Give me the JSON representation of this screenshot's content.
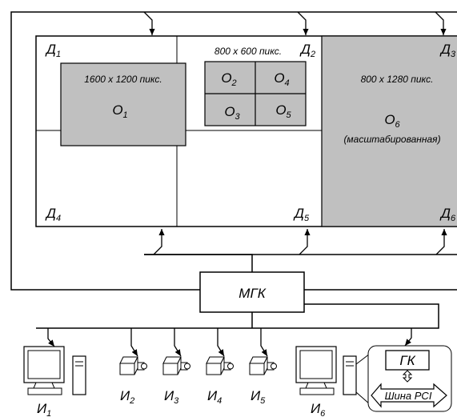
{
  "displays": {
    "d1": {
      "letter": "Д",
      "index": "1"
    },
    "d2": {
      "letter": "Д",
      "index": "2"
    },
    "d3": {
      "letter": "Д",
      "index": "3"
    },
    "d4": {
      "letter": "Д",
      "index": "4"
    },
    "d5": {
      "letter": "Д",
      "index": "5"
    },
    "d6": {
      "letter": "Д",
      "index": "6"
    }
  },
  "windows": {
    "o1": {
      "resolution": "1600 x 1200 пикс.",
      "letter": "O",
      "index": "1"
    },
    "group": {
      "resolution": "800 x 600 пикс."
    },
    "o2": {
      "letter": "O",
      "index": "2"
    },
    "o3": {
      "letter": "O",
      "index": "3"
    },
    "o4": {
      "letter": "O",
      "index": "4"
    },
    "o5": {
      "letter": "O",
      "index": "5"
    },
    "o6": {
      "resolution": "800 x 1280 пикс.",
      "letter": "O",
      "index": "6",
      "note": "(масштабированная)"
    }
  },
  "controller": {
    "label": "МГК"
  },
  "sources": {
    "i1": {
      "letter": "И",
      "index": "1"
    },
    "i2": {
      "letter": "И",
      "index": "2"
    },
    "i3": {
      "letter": "И",
      "index": "3"
    },
    "i4": {
      "letter": "И",
      "index": "4"
    },
    "i5": {
      "letter": "И",
      "index": "5"
    },
    "i6": {
      "letter": "И",
      "index": "6"
    }
  },
  "graphics": {
    "gk_label": "ГК",
    "bus_label": "Шина PCI"
  },
  "colors": {
    "window_fill": "#c0c0c0",
    "line": "#000000",
    "background": "#ffffff"
  }
}
